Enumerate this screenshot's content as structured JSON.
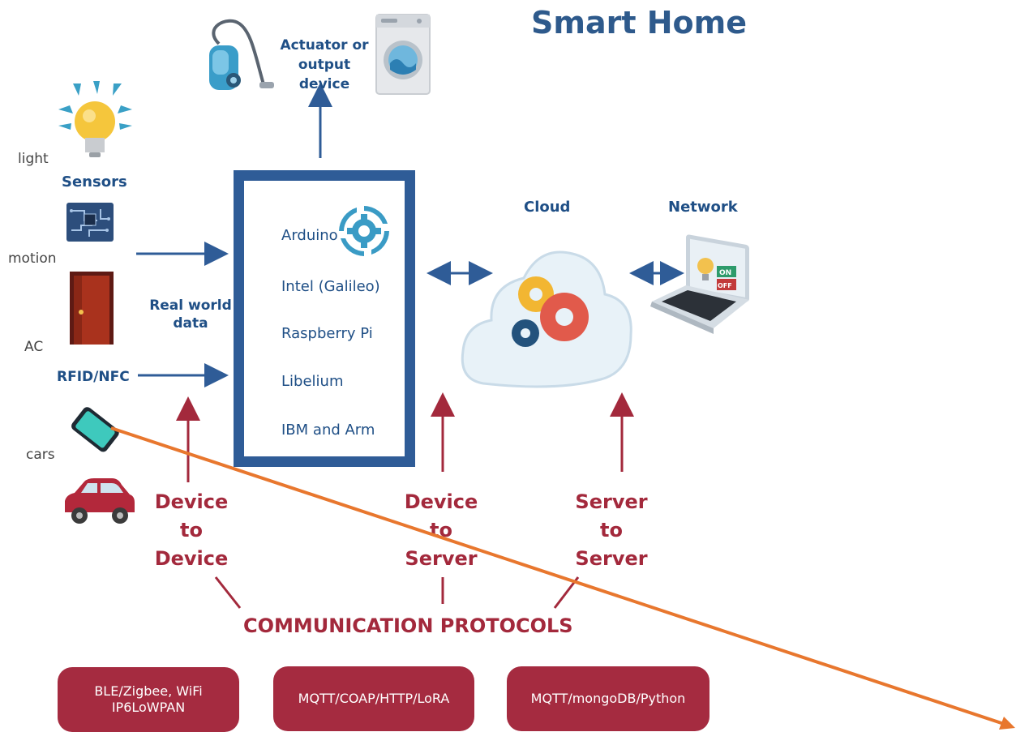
{
  "title": "Smart Home",
  "actuator": {
    "label_line1": "Actuator or",
    "label_line2": "output device"
  },
  "sensors": {
    "heading": "Sensors",
    "items": [
      "light",
      "motion",
      "AC",
      "cars"
    ],
    "rfid": "RFID/NFC"
  },
  "real_world_data": {
    "line1": "Real world",
    "line2": "data"
  },
  "board": {
    "items": [
      "Arduino",
      "Intel (Galileo)",
      "Raspberry Pi",
      "Libelium",
      "IBM and Arm"
    ]
  },
  "cloud": {
    "label": "Cloud"
  },
  "network": {
    "label": "Network",
    "switch_on": "ON",
    "switch_off": "OFF"
  },
  "links": [
    {
      "line1": "Device",
      "line2": "to",
      "line3": "Device"
    },
    {
      "line1": "Device",
      "line2": "to",
      "line3": "Server"
    },
    {
      "line1": "Server",
      "line2": "to",
      "line3": "Server"
    }
  ],
  "protocols": {
    "title": "COMMUNICATION PROTOCOLS",
    "items": [
      {
        "line1": "BLE/Zigbee, WiFi",
        "line2": "IP6LoWPAN"
      },
      {
        "line1": "MQTT/COAP/HTTP/LoRA",
        "line2": ""
      },
      {
        "line1": "MQTT/mongoDB/Python",
        "line2": ""
      }
    ]
  },
  "colors": {
    "blue": "#2f5c97",
    "red": "#a3293c",
    "orange": "#e8772e"
  }
}
